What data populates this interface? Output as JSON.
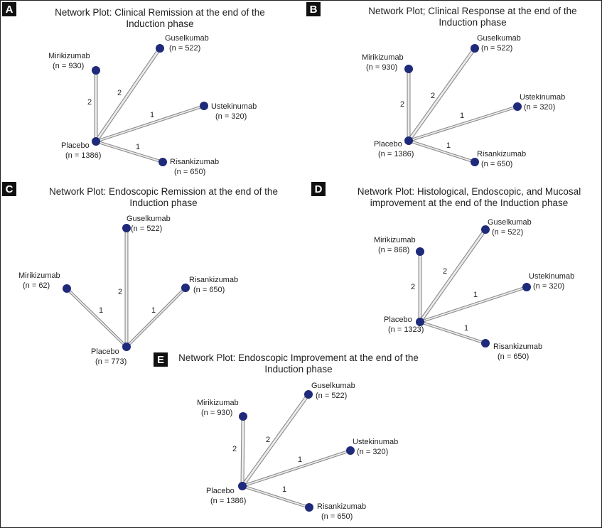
{
  "panels": [
    {
      "letter": "A",
      "title_lines": [
        "Network Plot: Clinical Remission at the end of the",
        "Induction phase"
      ],
      "nodes": [
        {
          "id": "placebo",
          "name": "Placebo",
          "n": "(n = 1386)"
        },
        {
          "id": "miri",
          "name": "Mirikizumab",
          "n": "(n = 930)"
        },
        {
          "id": "gusel",
          "name": "Guselkumab",
          "n": "(n = 522)"
        },
        {
          "id": "ustek",
          "name": "Ustekinumab",
          "n": "(n = 320)"
        },
        {
          "id": "risan",
          "name": "Risankizumab",
          "n": "(n = 650)"
        }
      ],
      "edges": [
        {
          "from": "placebo",
          "to": "miri",
          "studies": 2
        },
        {
          "from": "placebo",
          "to": "gusel",
          "studies": 2
        },
        {
          "from": "placebo",
          "to": "ustek",
          "studies": 1
        },
        {
          "from": "placebo",
          "to": "risan",
          "studies": 1
        }
      ]
    },
    {
      "letter": "B",
      "title_lines": [
        "Network Plot; Clinical Response at the end of the",
        "Induction phase"
      ],
      "nodes": [
        {
          "id": "placebo",
          "name": "Placebo",
          "n": "(n = 1386)"
        },
        {
          "id": "miri",
          "name": "Mirikizumab",
          "n": "(n = 930)"
        },
        {
          "id": "gusel",
          "name": "Guselkumab",
          "n": "(n = 522)"
        },
        {
          "id": "ustek",
          "name": "Ustekinumab",
          "n": "(n = 320)"
        },
        {
          "id": "risan",
          "name": "Risankizumab",
          "n": "(n = 650)"
        }
      ],
      "edges": [
        {
          "from": "placebo",
          "to": "miri",
          "studies": 2
        },
        {
          "from": "placebo",
          "to": "gusel",
          "studies": 2
        },
        {
          "from": "placebo",
          "to": "ustek",
          "studies": 1
        },
        {
          "from": "placebo",
          "to": "risan",
          "studies": 1
        }
      ]
    },
    {
      "letter": "C",
      "title_lines": [
        "Network Plot: Endoscopic Remission at the end of the",
        "Induction phase"
      ],
      "nodes": [
        {
          "id": "placebo",
          "name": "Placebo",
          "n": "(n = 773)"
        },
        {
          "id": "miri",
          "name": "Mirikizumab",
          "n": "(n = 62)"
        },
        {
          "id": "gusel",
          "name": "Guselkumab",
          "n": "(n = 522)"
        },
        {
          "id": "risan",
          "name": "Risankizumab",
          "n": "(n = 650)"
        }
      ],
      "edges": [
        {
          "from": "placebo",
          "to": "miri",
          "studies": 1
        },
        {
          "from": "placebo",
          "to": "gusel",
          "studies": 2
        },
        {
          "from": "placebo",
          "to": "risan",
          "studies": 1
        }
      ]
    },
    {
      "letter": "D",
      "title_lines": [
        "Network Plot: Histological, Endoscopic, and Mucosal",
        "improvement at the end of the Induction phase"
      ],
      "nodes": [
        {
          "id": "placebo",
          "name": "Placebo",
          "n": "(n = 1323)"
        },
        {
          "id": "miri",
          "name": "Mirikizumab",
          "n": "(n = 868)"
        },
        {
          "id": "gusel",
          "name": "Guselkumab",
          "n": "(n = 522)"
        },
        {
          "id": "ustek",
          "name": "Ustekinumab",
          "n": "(n = 320)"
        },
        {
          "id": "risan",
          "name": "Risankizumab",
          "n": "(n = 650)"
        }
      ],
      "edges": [
        {
          "from": "placebo",
          "to": "miri",
          "studies": 2
        },
        {
          "from": "placebo",
          "to": "gusel",
          "studies": 2
        },
        {
          "from": "placebo",
          "to": "ustek",
          "studies": 1
        },
        {
          "from": "placebo",
          "to": "risan",
          "studies": 1
        }
      ]
    },
    {
      "letter": "E",
      "title_lines": [
        "Network Plot: Endoscopic Improvement at the end of the",
        "Induction phase"
      ],
      "nodes": [
        {
          "id": "placebo",
          "name": "Placebo",
          "n": "(n = 1386)"
        },
        {
          "id": "miri",
          "name": "Mirikizumab",
          "n": "(n = 930)"
        },
        {
          "id": "gusel",
          "name": "Guselkumab",
          "n": "(n = 522)"
        },
        {
          "id": "ustek",
          "name": "Ustekinumab",
          "n": "(n = 320)"
        },
        {
          "id": "risan",
          "name": "Risankizumab",
          "n": "(n = 650)"
        }
      ],
      "edges": [
        {
          "from": "placebo",
          "to": "miri",
          "studies": 2
        },
        {
          "from": "placebo",
          "to": "gusel",
          "studies": 2
        },
        {
          "from": "placebo",
          "to": "ustek",
          "studies": 1
        },
        {
          "from": "placebo",
          "to": "risan",
          "studies": 1
        }
      ]
    }
  ],
  "colors": {
    "node": "#1f2a7a",
    "edge_fill": "#ececec",
    "edge_stroke": "#8a8a8a",
    "badge": "#111111"
  }
}
